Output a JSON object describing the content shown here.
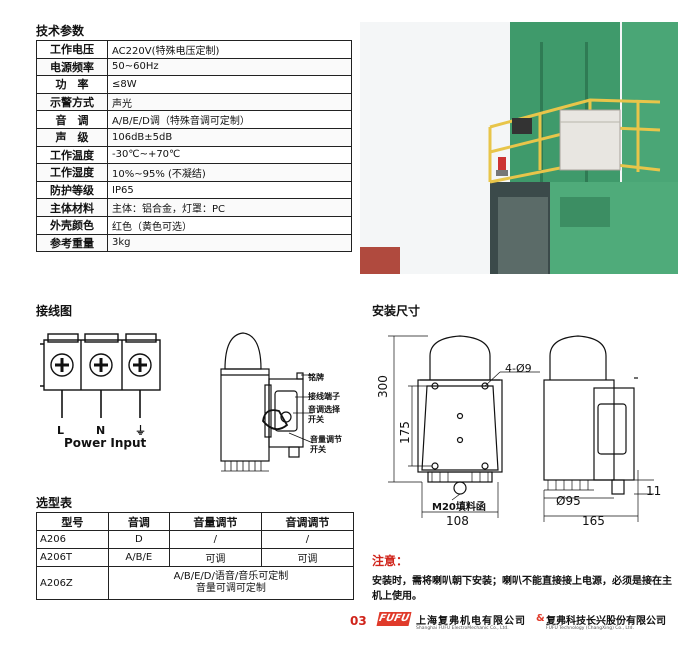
{
  "spec_section": {
    "title": "技术参数",
    "rows": [
      {
        "key": "工作电压",
        "value": "AC220V(特殊电压定制)"
      },
      {
        "key": "电源频率",
        "value": "50~60Hz"
      },
      {
        "key": "功　率",
        "value": "≤8W"
      },
      {
        "key": "示警方式",
        "value": "声光"
      },
      {
        "key": "音　调",
        "value": "A/B/E/D调（特殊音调可定制）"
      },
      {
        "key": "声　级",
        "value": "106dB±5dB"
      },
      {
        "key": "工作温度",
        "value": "-30℃~+70℃"
      },
      {
        "key": "工作湿度",
        "value": "10%~95% (不凝结)"
      },
      {
        "key": "防护等级",
        "value": "IP65"
      },
      {
        "key": "主体材料",
        "value": "主体：铝合金，灯罩：PC"
      },
      {
        "key": "外壳颜色",
        "value": "红色（黄色可选）"
      },
      {
        "key": "参考重量",
        "value": "3kg"
      }
    ]
  },
  "wiring_section": {
    "title": "接线图",
    "terminals": [
      "L",
      "N",
      "⏚"
    ],
    "power_input": "Power Input",
    "labels": {
      "nameplate": "铭牌",
      "terminal": "接线端子",
      "tone_switch": "音调选择开关",
      "volume_switch": "音量调节开关"
    }
  },
  "install_section": {
    "title": "安装尺寸",
    "dims": {
      "height": "300",
      "mid_height": "175",
      "holes": "4-Ø9",
      "gland": "M20填料函",
      "width": "108",
      "diameter": "Ø95",
      "depth": "165",
      "offset": "11"
    }
  },
  "model_section": {
    "title": "选型表",
    "headers": [
      "型号",
      "音调",
      "音量调节",
      "音调调节"
    ],
    "rows": [
      {
        "model": "A206",
        "tone": "D",
        "volume": "/",
        "tone_adj": "/"
      },
      {
        "model": "A206T",
        "tone": "A/B/E",
        "volume": "可调",
        "tone_adj": "可调"
      }
    ],
    "last_row": {
      "model": "A206Z",
      "line1": "A/B/E/D/语音/音乐可定制",
      "line2": "音量可调可定制"
    }
  },
  "notice": {
    "title": "注意：",
    "body": "安装时，需将喇叭朝下安装；喇叭不能直接接上电源，必须是接在主机上使用。"
  },
  "footer": {
    "page_number": "03",
    "logo": "FUFU",
    "company1": "上海复弗机电有限公司",
    "company1_en": "Shanghai FUFU ElectroMechanic Co., Ltd.",
    "amp": "&",
    "company2": "复弗科技长兴股份有限公司",
    "company2_en": "FUFU Technology (ChangXing) Co., Ltd."
  },
  "colors": {
    "accent_red": "#d0241b",
    "logo_red": "#e03a2a",
    "structure_green": "#3f9a6b",
    "rail_yellow": "#e8c54a"
  }
}
